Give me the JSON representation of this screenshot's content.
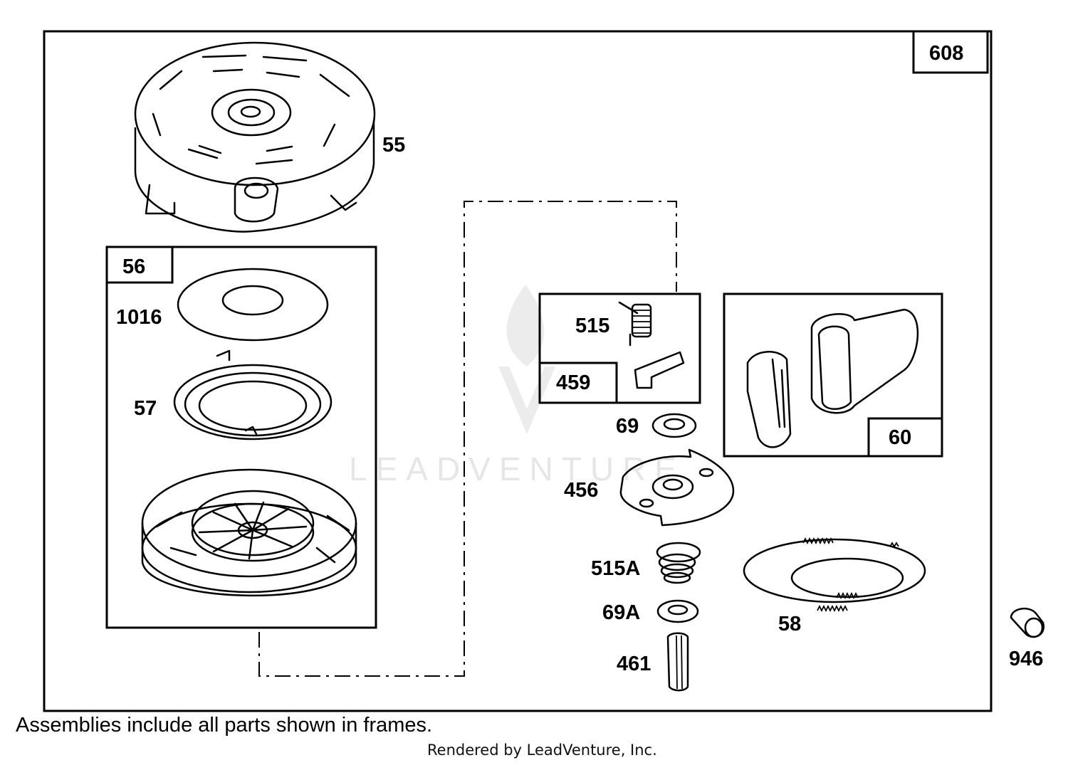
{
  "diagram": {
    "watermark": "LEADVENTURE",
    "frames": [
      {
        "label": "608"
      },
      {
        "label": "56"
      },
      {
        "label": "459"
      },
      {
        "label": "60"
      }
    ],
    "parts": [
      {
        "callout": "55",
        "name": "blower-housing"
      },
      {
        "callout": "1016",
        "name": "washer"
      },
      {
        "callout": "57",
        "name": "rewind-spring"
      },
      {
        "callout": "515",
        "name": "pawl-spring"
      },
      {
        "callout": "69",
        "name": "washer"
      },
      {
        "callout": "456",
        "name": "retainer"
      },
      {
        "callout": "515A",
        "name": "spring"
      },
      {
        "callout": "69A",
        "name": "washer"
      },
      {
        "callout": "461",
        "name": "pin"
      },
      {
        "callout": "58",
        "name": "starter-rope"
      },
      {
        "callout": "946",
        "name": "insert"
      }
    ]
  },
  "footer": {
    "note": "Assemblies include all parts shown in frames.",
    "credit": "Rendered by LeadVenture, Inc."
  }
}
